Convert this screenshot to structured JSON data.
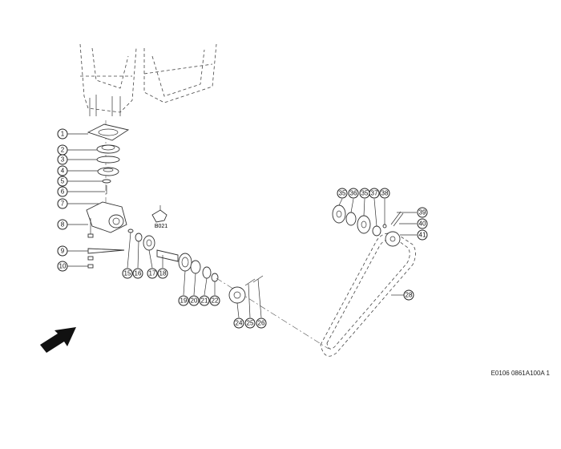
{
  "diagram_code": "E0106 0861A100A 1",
  "subassembly_label": "B021",
  "callouts": [
    "1",
    "2",
    "3",
    "4",
    "5",
    "6",
    "7",
    "8",
    "9",
    "10",
    "15",
    "16",
    "17",
    "18",
    "19",
    "20",
    "21",
    "22",
    "24",
    "25",
    "26",
    "28",
    "35",
    "36",
    "35",
    "37",
    "38",
    "39",
    "40",
    "41"
  ],
  "arrow_icon": "direction-arrow-icon"
}
